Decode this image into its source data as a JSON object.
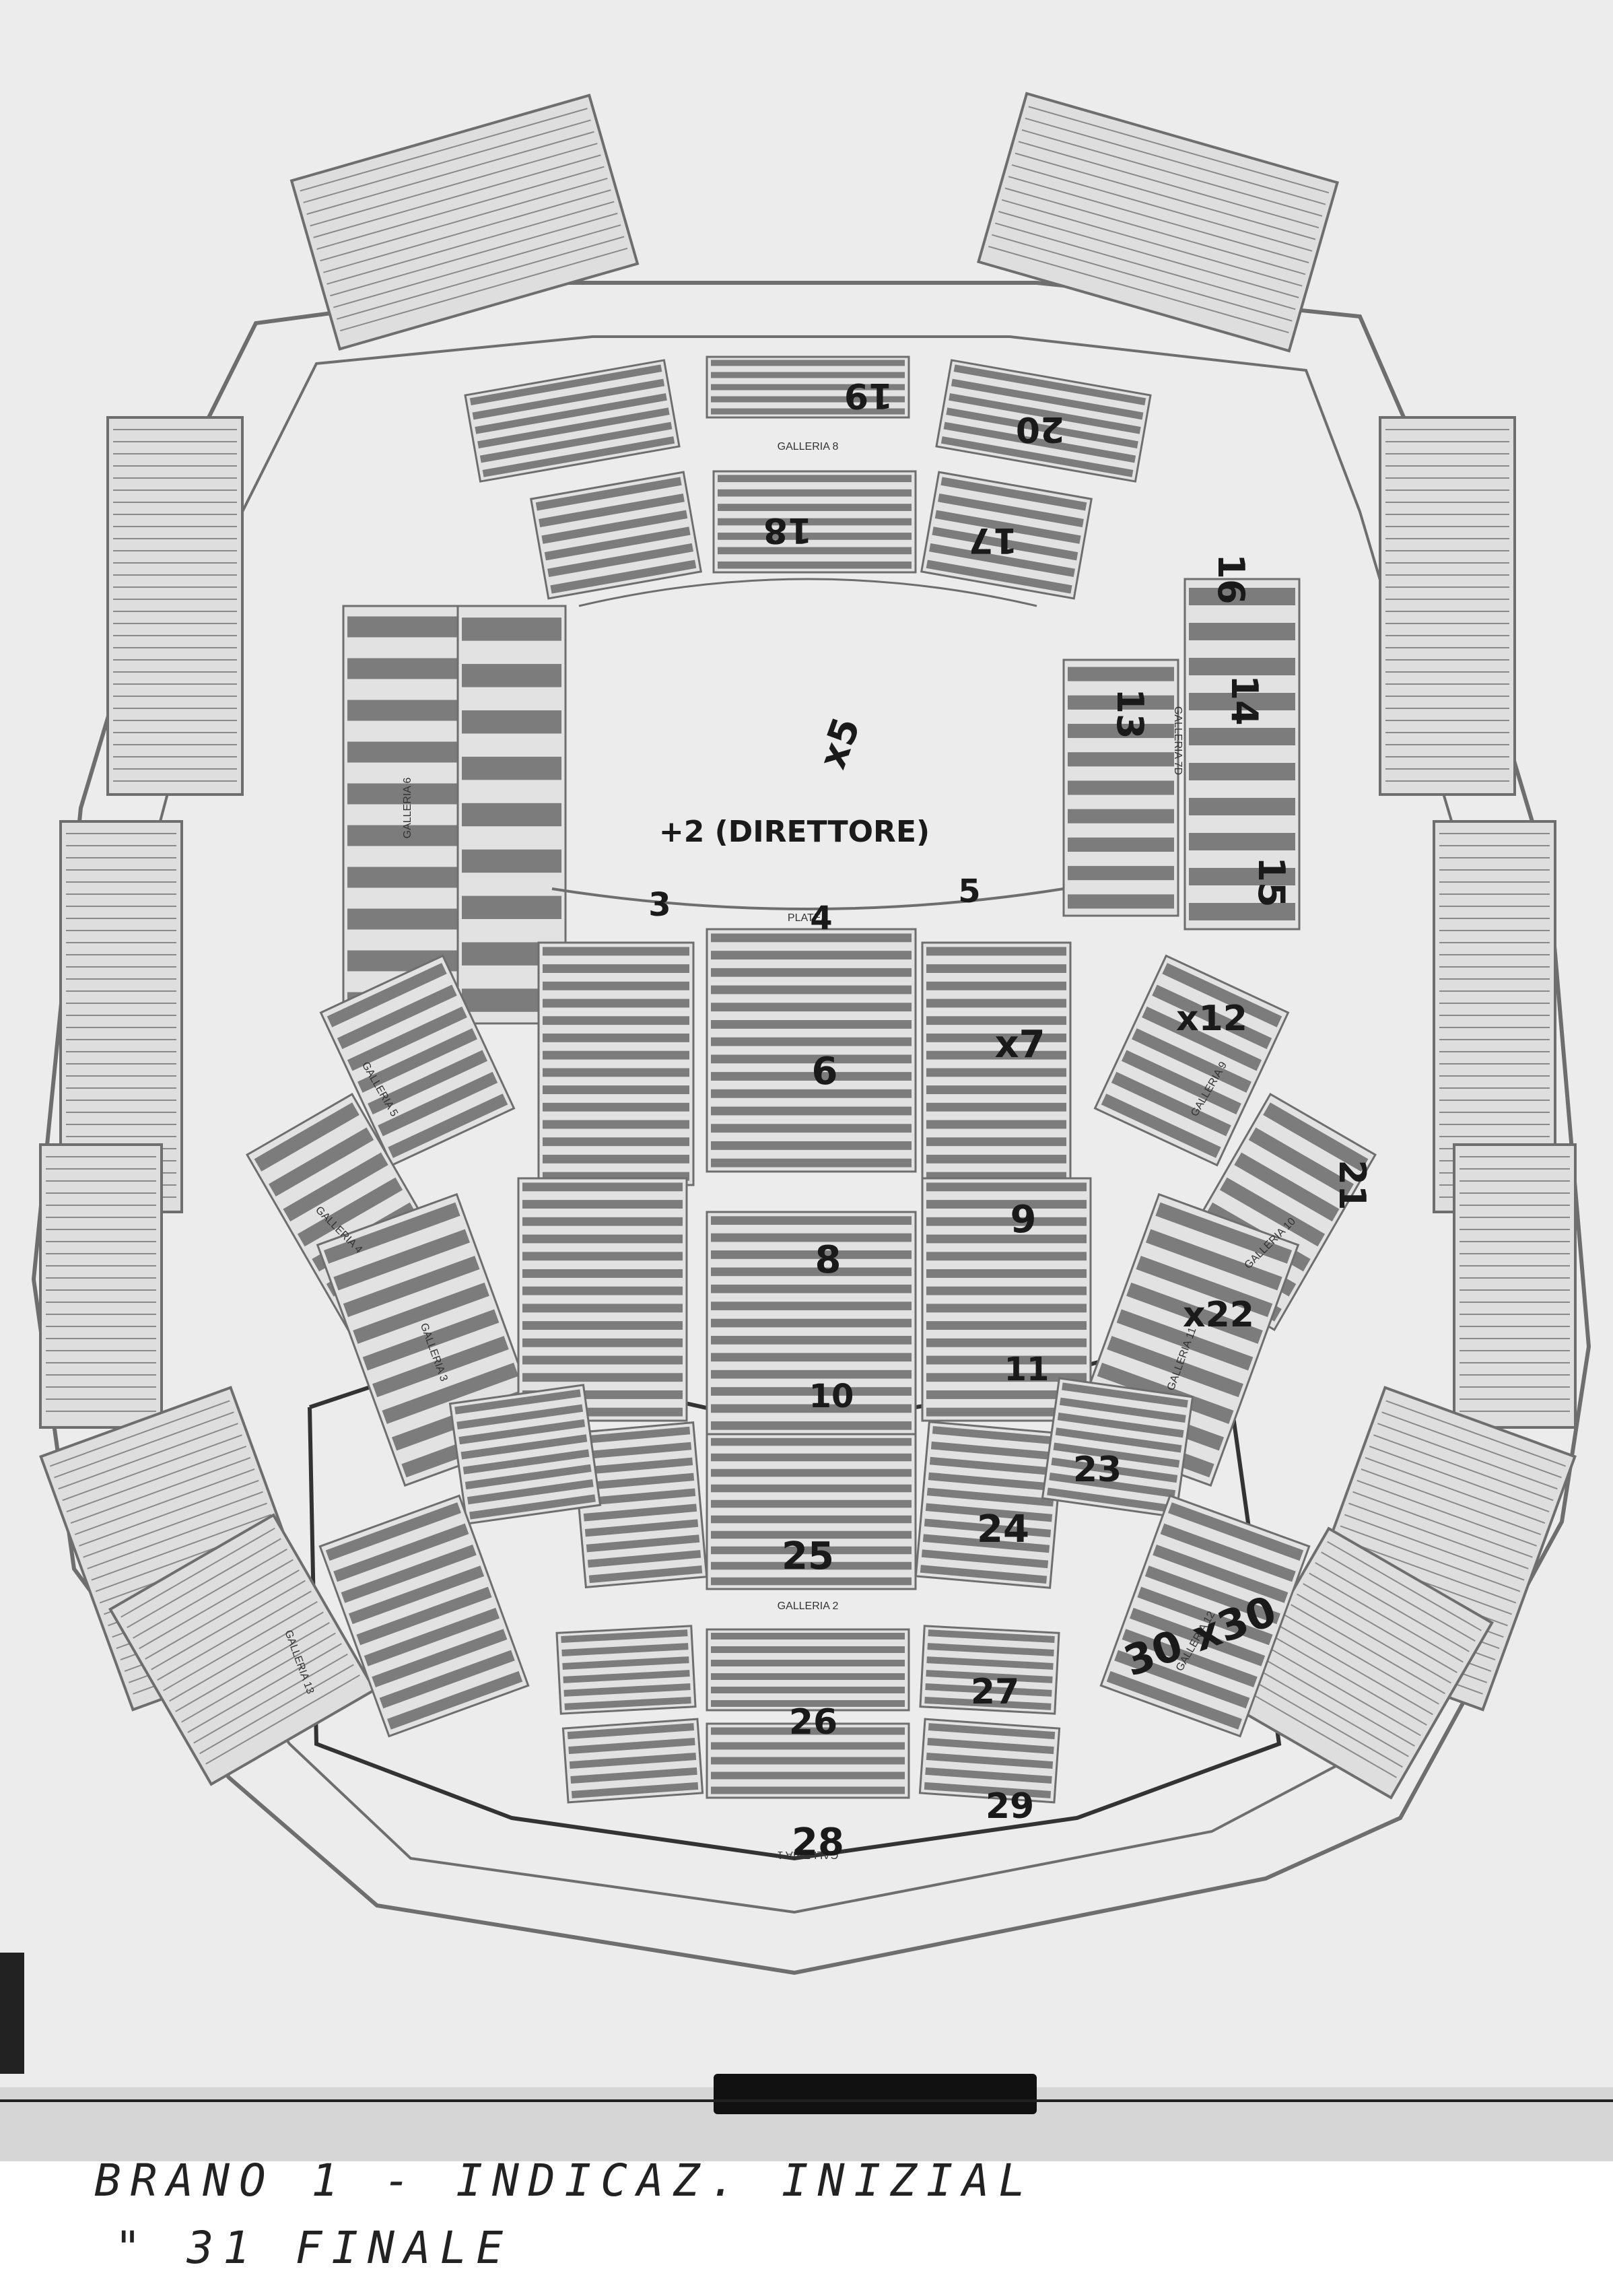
{
  "plan": {
    "colors": {
      "paper": "#ececec",
      "ink": "#1a1a1a",
      "line": "#6e6e6e",
      "seat": "#5a5a5a"
    },
    "section_labels": [
      "GALLERIA 8",
      "GALLERIA 7D",
      "GALLERIA 6",
      "GALLERIA 5",
      "GALLERIA 4",
      "GALLERIA 3",
      "GALLERIA 2",
      "GALLERIA 1",
      "PLATEA",
      "GALLERIA 9",
      "GALLERIA 10",
      "GALLERIA 11",
      "GALLERIA 12",
      "GALLERIA 13"
    ],
    "markers": [
      "19",
      "20",
      "18",
      "17",
      "16",
      "13",
      "14",
      "15",
      "x5",
      "+2 (DIRETTORE)",
      "3",
      "4",
      "5",
      "x12",
      "x7",
      "6",
      "21",
      "9",
      "8",
      "x22",
      "11",
      "10",
      "23",
      "24",
      "25",
      "30 x30",
      "27",
      "26",
      "29",
      "28"
    ]
  },
  "footer": {
    "line1": "BRANO  1 - INDICAZ. INIZIAL",
    "line2": " \"      31 FINALE"
  }
}
